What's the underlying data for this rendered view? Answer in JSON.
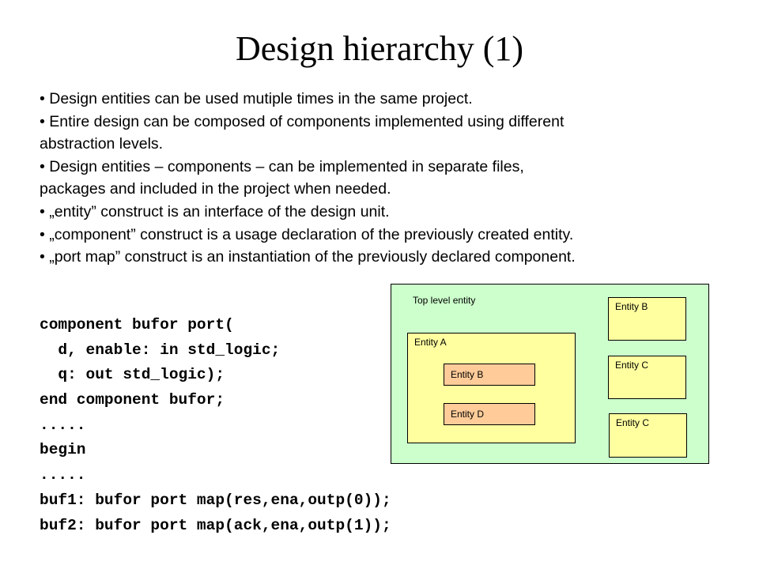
{
  "title": "Design hierarchy (1)",
  "bullets": [
    "• Design entities can be used mutiple times in the same project.",
    "• Entire design can be composed of components implemented using different",
    "abstraction levels.",
    "• Design entities – components – can be implemented in separate files,",
    "packages and included in the project when needed.",
    "• „entity” construct is an interface of the design unit.",
    "• „component” construct is a usage declaration of the previously created entity.",
    "• „port map” construct is an instantiation of the previously declared component."
  ],
  "code": [
    "component bufor port(",
    "  d, enable: in std_logic;",
    "  q: out std_logic);",
    "end component bufor;",
    ".....",
    "begin",
    ".....",
    "buf1: bufor port map(res,ena,outp(0));",
    "buf2: bufor port map(ack,ena,outp(1));"
  ],
  "diagram": {
    "top_level_label": "Top level entity",
    "entity_a_label": "Entity A",
    "entity_a_child_1": "Entity B",
    "entity_a_child_2": "Entity D",
    "right_1": "Entity B",
    "right_2": "Entity C",
    "right_3": "Entity C"
  },
  "colors": {
    "top_level_bg": "#ccffcc",
    "entity_bg": "#ffffa0",
    "sub_entity_bg": "#ffcc99"
  }
}
